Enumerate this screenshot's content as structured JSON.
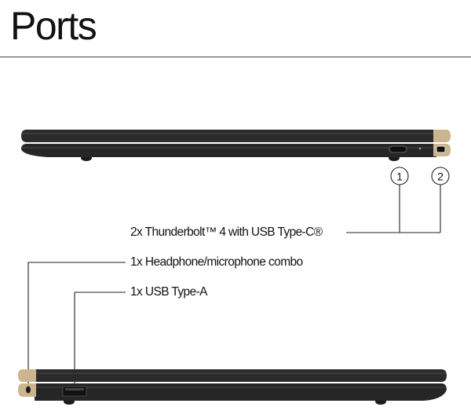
{
  "page": {
    "title": "Ports"
  },
  "callouts": {
    "thunderbolt": "2x Thunderbolt™ 4 with USB Type-C®",
    "headphone": "1x Headphone/microphone combo",
    "usb_a": "1x USB Type-A",
    "marker_1": "1",
    "marker_2": "2"
  },
  "colors": {
    "body": "#2a2a2a",
    "hinge": "#cbb48e",
    "line": "#222222"
  }
}
